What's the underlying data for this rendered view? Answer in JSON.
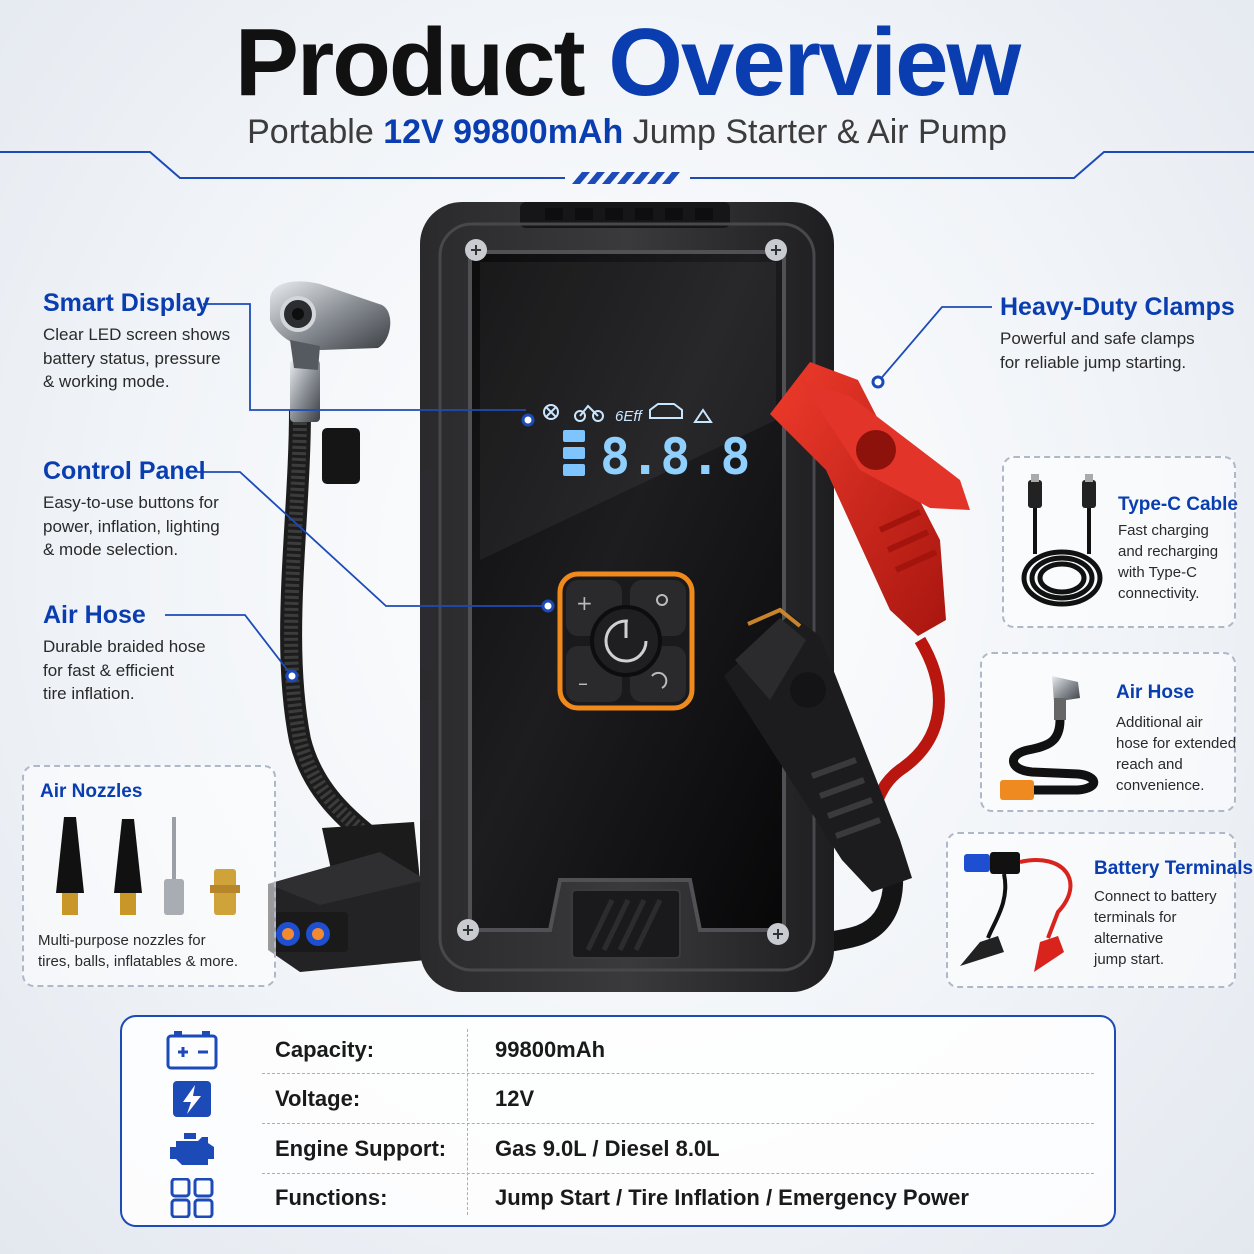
{
  "header": {
    "title_part1": "Product",
    "title_part2": "Overview",
    "subtitle_prefix": "Portable",
    "subtitle_voltage": "12V",
    "subtitle_capacity": "99800mAh",
    "subtitle_suffix": "Jump Starter & Air Pump"
  },
  "display": {
    "readout": "8.8.8",
    "mode_icons": [
      "fan-icon",
      "bicycle-icon",
      "car-icon",
      "warning-icon"
    ],
    "mode_text": "6Eff"
  },
  "callouts": {
    "smart_display": {
      "title": "Smart Display",
      "lines": [
        "Clear LED screen shows",
        "battery status, pressure",
        "& working mode."
      ]
    },
    "control_panel": {
      "title": "Control Panel",
      "lines": [
        "Easy-to-use buttons for",
        "power, inflation, lighting",
        "& mode selection."
      ]
    },
    "air_hose": {
      "title": "Air Hose",
      "lines": [
        "Durable braided hose",
        "for fast & efficient",
        "tire inflation."
      ]
    },
    "heavy_duty_clamps": {
      "title": "Heavy-Duty Clamps",
      "lines": [
        "Powerful and safe clamps",
        "for reliable jump starting."
      ]
    }
  },
  "cards": {
    "air_nozzles": {
      "title": "Air Nozzles",
      "lines": [
        "Multi-purpose nozzles for",
        "tires, balls, inflatables & more."
      ]
    },
    "type_c_cable": {
      "title": "Type-C Cable",
      "lines": [
        "Fast charging",
        "and recharging",
        "with Type-C",
        "connectivity."
      ]
    },
    "air_hose_accessory": {
      "title": "Air Hose",
      "lines": [
        "Additional air",
        "hose for extended",
        "reach and",
        "convenience."
      ]
    },
    "battery_terminals": {
      "title": "Battery Terminals",
      "lines": [
        "Connect to battery",
        "terminals for",
        "alternative",
        "jump start."
      ]
    }
  },
  "specs": [
    {
      "icon": "battery-icon",
      "label": "Capacity:",
      "value": "99800mAh"
    },
    {
      "icon": "lightning-icon",
      "label": "Voltage:",
      "value": "12V"
    },
    {
      "icon": "engine-icon",
      "label": "Engine Support:",
      "value": "Gas 9.0L / Diesel 8.0L"
    },
    {
      "icon": "grid-icon",
      "label": "Functions:",
      "value": "Jump Start  / Tire Inflation / Emergency Power"
    }
  ],
  "colors": {
    "accent_blue": "#0a3eb0",
    "clamp_red": "#d8241c",
    "button_orange": "#f08a1c",
    "display_blue": "#8fd0ff"
  }
}
